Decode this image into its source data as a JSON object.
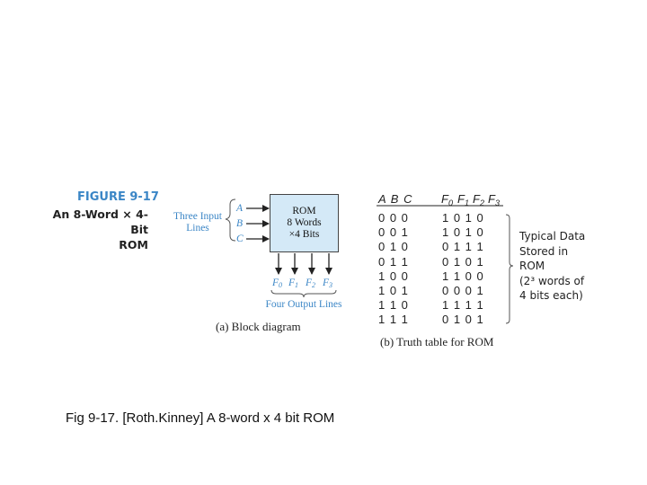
{
  "figure": {
    "title": "FIGURE 9-17",
    "description": [
      "An 8-Word × 4-Bit",
      "ROM"
    ]
  },
  "block_diagram": {
    "inputs_label": [
      "Three Input",
      "Lines"
    ],
    "inputs": [
      "A",
      "B",
      "C"
    ],
    "rom_label": [
      "ROM",
      "8 Words",
      "×4 Bits"
    ],
    "outputs": [
      "F0",
      "F1",
      "F2",
      "F3"
    ],
    "outputs_label": "Four Output Lines",
    "caption": "(a) Block diagram"
  },
  "truth_table": {
    "input_headers": "A B C",
    "output_headers": [
      "F0",
      "F1",
      "F2",
      "F3"
    ],
    "inputs": [
      "0 0 0",
      "0 0 1",
      "0 1 0",
      "0 1 1",
      "1 0 0",
      "1 0 1",
      "1 1 0",
      "1 1 1"
    ],
    "outputs": [
      "1 0 1 0",
      "1 0 1 0",
      "0 1 1 1",
      "0 1 0 1",
      "1 1 0 0",
      "0 0 0 1",
      "1 1 1 1",
      "0 1 0 1"
    ],
    "caption": "(b) Truth table for ROM",
    "note": [
      "Typical Data",
      "Stored in",
      "ROM",
      "(2³ words of",
      "4 bits each)"
    ]
  },
  "slide_caption": "Fig 9-17. [Roth.Kinney] A 8-word x 4 bit ROM",
  "colors": {
    "accent": "#3b86c6",
    "rom_fill": "#d4e9f7"
  }
}
